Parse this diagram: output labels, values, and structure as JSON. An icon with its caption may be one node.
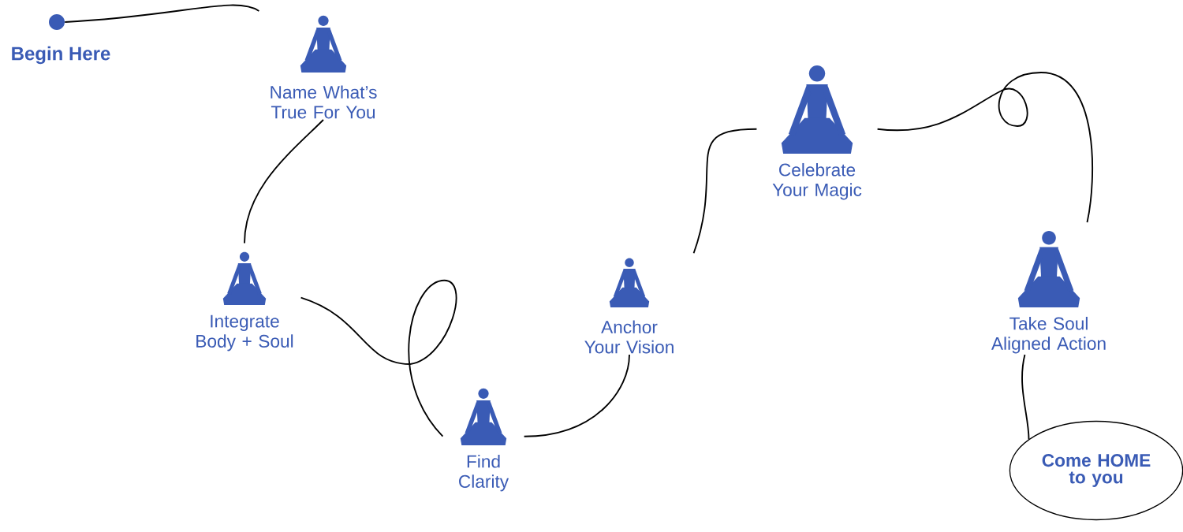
{
  "diagram": {
    "nodes": [
      {
        "text": [],
        "shape": "circle",
        "beside": [
          "Begin Here"
        ]
      },
      {
        "text": [
          "Name What’s True For You"
        ]
      },
      {
        "text": [
          "Integrate Body + Soul"
        ]
      },
      {
        "text": [
          "Find Clarity"
        ]
      },
      {
        "text": [
          "Anchor Your Vision"
        ]
      },
      {
        "text": [
          "Celebrate Your Magic"
        ]
      },
      {
        "text": [
          "Take Soul Aligned Action"
        ]
      },
      {
        "text": [
          "Come HOME to you"
        ]
      }
    ],
    "edges": [
      {
        "from": 0,
        "to": 1,
        "arrow": "none"
      },
      {
        "from": 1,
        "to": 2,
        "arrow": "none"
      },
      {
        "from": 2,
        "to": 3,
        "arrow": "none"
      },
      {
        "from": 3,
        "to": 4,
        "arrow": "none"
      },
      {
        "from": 4,
        "to": 5,
        "arrow": "none"
      },
      {
        "from": 5,
        "to": 6,
        "arrow": "none"
      },
      {
        "from": 6,
        "to": 7,
        "arrow": "none"
      }
    ]
  }
}
